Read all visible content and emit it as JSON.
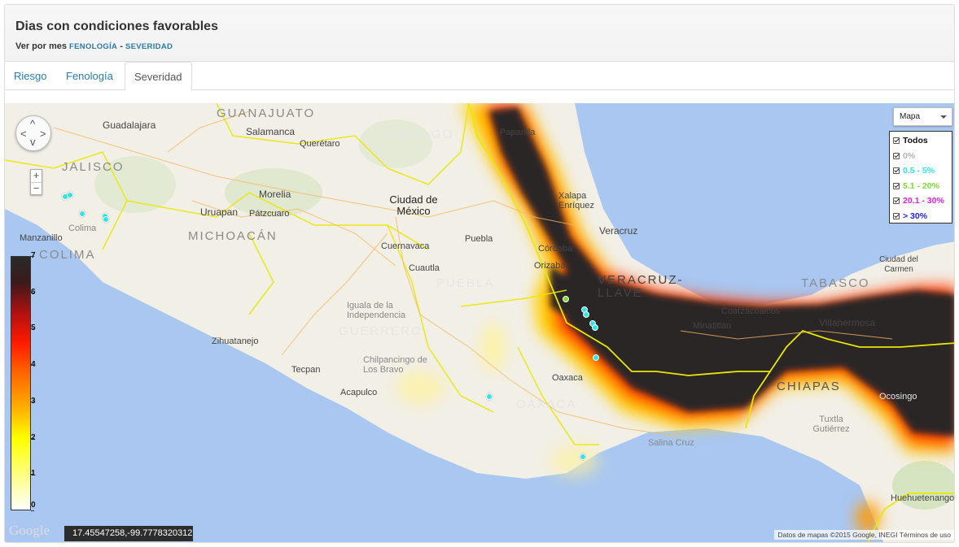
{
  "header": {
    "title": "Dias con condiciones favorables",
    "subtitle_prefix": "Ver por mes",
    "link_fenologia": "FENOLOGÍA",
    "separator": "-",
    "link_severidad": "SEVERIDAD"
  },
  "tabs": [
    {
      "label": "Riesgo",
      "active": false
    },
    {
      "label": "Fenología",
      "active": false
    },
    {
      "label": "Severidad",
      "active": true
    }
  ],
  "map": {
    "map_type": "Mapa",
    "zoom_in": "+",
    "zoom_out": "−",
    "coords_readout": "17.45547258,-99.7778320312",
    "attribution": "Datos de mapas ©2015 Google, INEGI",
    "terms": "Términos de uso",
    "google_logo": "Google",
    "legend": [
      {
        "label": "Todos",
        "color": "#111111"
      },
      {
        "label": "0%",
        "color": "#b0b0b0"
      },
      {
        "label": "0.5 - 5%",
        "color": "#2ee6e6"
      },
      {
        "label": "5.1 - 20%",
        "color": "#7bdc2e"
      },
      {
        "label": "20.1 - 30%",
        "color": "#e61ee6"
      },
      {
        "label": "> 30%",
        "color": "#1e1ee6"
      }
    ],
    "color_scale": {
      "labels": [
        "7",
        "6",
        "5",
        "4",
        "3",
        "2",
        "1",
        "0"
      ]
    },
    "state_labels": {
      "guanajuato": "GUANAJUATO",
      "hidalgo": "HIDALGO",
      "jalisco": "JALISCO",
      "michoacan": "MICHOACÁN",
      "colima": "COLIMA",
      "puebla": "PUEBLA",
      "guerrero": "GUERRERO",
      "oaxaca": "OAXACA",
      "veracruz": "VERACRUZ-LLAVE",
      "tabasco": "TABASCO",
      "chiapas": "CHIAPAS"
    },
    "city_labels": {
      "ciudad_mexico": "Ciudad de México",
      "guadalajara": "Guadalajara",
      "salamanca": "Salamanca",
      "queretaro": "Querétaro",
      "morelia": "Morelia",
      "uruapan": "Uruapan",
      "patzcuaro": "Pátzcuaro",
      "cuernavaca": "Cuernavaca",
      "cuautla": "Cuautla",
      "iguala": "Iguala de la Independencia",
      "chilpancingo": "Chilpancingo de Los Bravo",
      "acapulco": "Acapulco",
      "oaxaca": "Oaxaca",
      "veracruz": "Veracruz",
      "xalapa": "Xalapa Enríquez",
      "cordoba": "Córdoba",
      "orizaba": "Orizaba",
      "puebla": "Puebla",
      "coatzacoalcos": "Coatzacoalcos",
      "minatitlan": "Minatitlán",
      "villahermosa": "Villahermosa",
      "ciudad_carmen": "Ciudad del Carmen",
      "tuxtla": "Tuxtla Gutiérrez",
      "huehuetenango": "Huehuetenango",
      "colima_city": "Colima",
      "manzanillo": "Manzanillo",
      "zihuatanejo": "Zihuatanejo",
      "salina_cruz": "Salina Cruz",
      "papantla": "Papantla",
      "tecpan": "Tecpan",
      "ocosingo": "Ocosingo"
    }
  }
}
